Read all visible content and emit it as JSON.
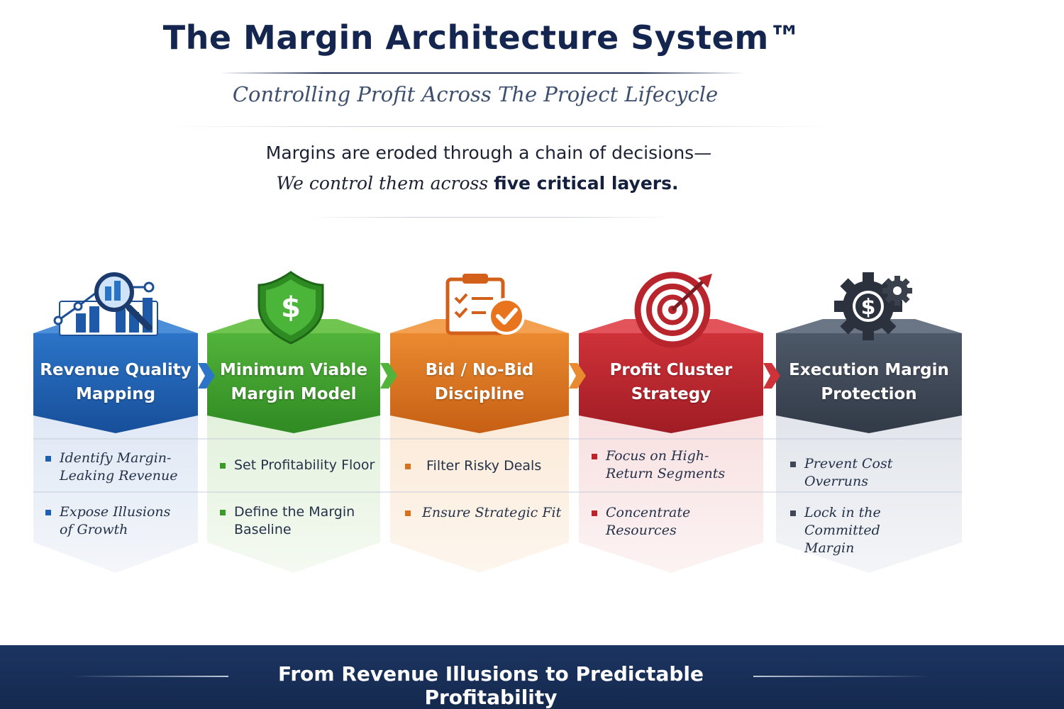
{
  "header": {
    "title": "The Margin Architecture System™",
    "subtitle": "Controlling Profit Across The Project Lifecycle",
    "intro_line1": "Margins are eroded through a chain of decisions—",
    "intro_line2_italic": "We control them across",
    "intro_line2_bold": "five critical layers."
  },
  "layers": [
    {
      "title_line1": "Revenue Quality",
      "title_line2": "Mapping",
      "icon": "magnifier-chart-icon",
      "color": "#1f5fb0",
      "bullets": [
        "Identify Margin-Leaking Revenue",
        "Expose Illusions of Growth"
      ]
    },
    {
      "title_line1": "Minimum Viable",
      "title_line2": "Margin Model",
      "icon": "dollar-shield-icon",
      "color": "#3c9a2a",
      "bullets": [
        "Set Profitability Floor",
        "Define the Margin Baseline"
      ]
    },
    {
      "title_line1": "Bid / No-Bid",
      "title_line2": "Discipline",
      "icon": "clipboard-check-icon",
      "color": "#d9701c",
      "bullets": [
        "Filter Risky Deals",
        "Ensure Strategic Fit"
      ]
    },
    {
      "title_line1": "Profit Cluster",
      "title_line2": "Strategy",
      "icon": "target-arrow-icon",
      "color": "#b8252d",
      "bullets": [
        "Focus on High-Return Segments",
        "Concentrate Resources"
      ]
    },
    {
      "title_line1": "Execution Margin",
      "title_line2": "Protection",
      "icon": "gear-dollar-icon",
      "color": "#3d4756",
      "bullets": [
        "Prevent Cost Overruns",
        "Lock in the Committed Margin"
      ]
    }
  ],
  "footer": {
    "tagline": "From Revenue Illusions to Predictable Profitability"
  }
}
